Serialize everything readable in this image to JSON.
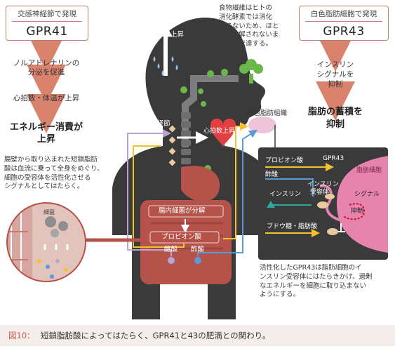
{
  "gpr41": {
    "header_sub": "交感神経節で発現",
    "header_main": "GPR41",
    "step1": [
      "ノルアドレナリンの",
      "分泌を促進"
    ],
    "step2": "心拍数・体温が上昇",
    "result": [
      "エネルギー消費が",
      "上昇"
    ]
  },
  "gpr43": {
    "header_sub": "白色脂肪細胞で発現",
    "header_main": "GPR43",
    "step1": [
      "インスリン",
      "シグナルを",
      "抑制"
    ],
    "result": [
      "脂肪の蓄積を",
      "抑制"
    ]
  },
  "fiber_note": [
    "食物繊維はヒトの",
    "消化酵素では消化",
    "できないため、ほと",
    "んど分解されないま",
    "ま腸まで達する。"
  ],
  "scfa_note": [
    "腸壁から取り込まれた短鎖脂肪",
    "酸は血流に乗って全身をめぐり、",
    "細胞の受容体を活性化させる",
    "シグナルとしてはたらく。"
  ],
  "gpr43_note": [
    "活性化したGPR43は脂肪細胞のイ",
    "ンスリン受容体にはたらきかけ、過剰",
    "なエネルギーを細胞に取り込まない",
    "ようにする。"
  ],
  "body_labels": {
    "temp_up": "体温上昇",
    "sympathetic": "交感神経節",
    "heart_rate": "心拍数上昇",
    "white_fat": "白色脂肪組織",
    "gut_bacteria": "腸内細菌が分解",
    "propionic": "プロピオン酸",
    "butyric": "酪酸",
    "acetic": "酢酸",
    "bacteria": "細菌"
  },
  "inset": {
    "propionic": "プロピオン酸",
    "gpr43": "GPR43",
    "acetic": "酢酸",
    "fat_cell": "脂肪細胞",
    "insulin": "インスリン",
    "insulin_receptor": [
      "インスリン",
      "受容体"
    ],
    "signal": "シグナル",
    "inhibit": "抑制",
    "glucose_fatty_acid": "ブドウ糖・脂肪酸"
  },
  "caption": {
    "figure_no": "図10：",
    "text": "短鎖脂肪酸によってはたらく、GPR41と43の肥満との関わり。"
  },
  "colors": {
    "accent_red": "#c8604f",
    "arrow_red": "#d9836f",
    "silhouette": "#3a3a3a",
    "intestine": "#b5524a",
    "fat_pink": "#e784ae",
    "broccoli_green": "#6ab74a",
    "heart_red": "#e04040",
    "nerve_purple": "#b9a4d6",
    "flow_yellow": "#f1c232",
    "flow_blue": "#5b9bd5",
    "caption_bg": "#f3eeec"
  }
}
